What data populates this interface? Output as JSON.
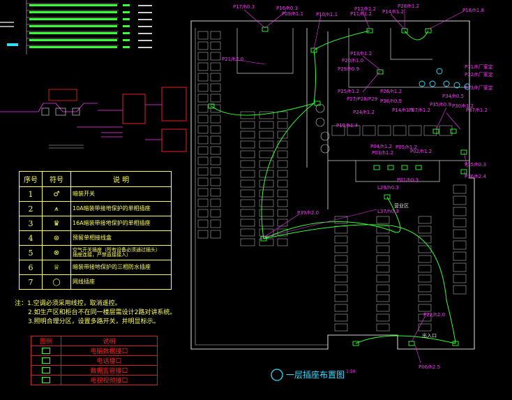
{
  "legend": {
    "headers": [
      "序号",
      "符号",
      "说 明"
    ],
    "rows": [
      {
        "no": "1",
        "desc": "暗装开关"
      },
      {
        "no": "2",
        "desc": "10A暗装带接地保护的单相插座"
      },
      {
        "no": "3",
        "desc": "16A暗装带接地保护的单相插座"
      },
      {
        "no": "4",
        "desc": "预留单相接线盒"
      },
      {
        "no": "5",
        "desc": "空气开关插座（所有设备必须通过插头）\n插座连接，严禁直接接入）"
      },
      {
        "no": "6",
        "desc": "暗装带接地保护的三相防水插座"
      },
      {
        "no": "7",
        "desc": "网线插座"
      }
    ]
  },
  "notes": [
    "注：1.空调必须采用线控，取消遥控。",
    "2.如生产区和柜台不在同一楼层需设计2路对讲系统。",
    "3.照明合理分区，设置多路开关，并明显标示。"
  ],
  "legend2": {
    "headers": [
      "图例",
      "说明"
    ],
    "rows": [
      "电脑数据接口",
      "电话接口",
      "数据监管接口",
      "电视视频接口"
    ]
  },
  "title": {
    "text": "一层插座布置图",
    "scale": "1:50"
  },
  "labels": [
    "P17/h0.3",
    "P16/h0.3",
    "P09/h1.1",
    "P10/h1.1",
    "P12/h1.2",
    "P11/h1.2",
    "P28/h1.2",
    "P14/h1.2",
    "P18/h1.8",
    "P21/h2.0",
    "P13/h1.2",
    "P20/h1.0",
    "P29/h0.9",
    "P25/h1.2",
    "P26/h1.2",
    "P27/P28/P29",
    "P24/h1.2",
    "P36/h0.9",
    "P19/h1.4",
    "P14/h1.3",
    "P07/h1.2",
    "P35/h0.9",
    "P30/h1.2",
    "P34/h0.5",
    "P31/h厂家定",
    "P32/h厂家定",
    "P33/h厂家定",
    "P37/h1.2",
    "P04/h1.2",
    "P03/h1.2",
    "P05/h1.2",
    "P02/h1.2",
    "P01/h0.3",
    "P15/h0.3",
    "P16/h2.4",
    "L29/h0.3",
    "P39/h2.0",
    "L37/h0.3",
    "P22/h2.0",
    "P06/h2.5"
  ],
  "room_label": "营业区",
  "door_label": "出入口"
}
